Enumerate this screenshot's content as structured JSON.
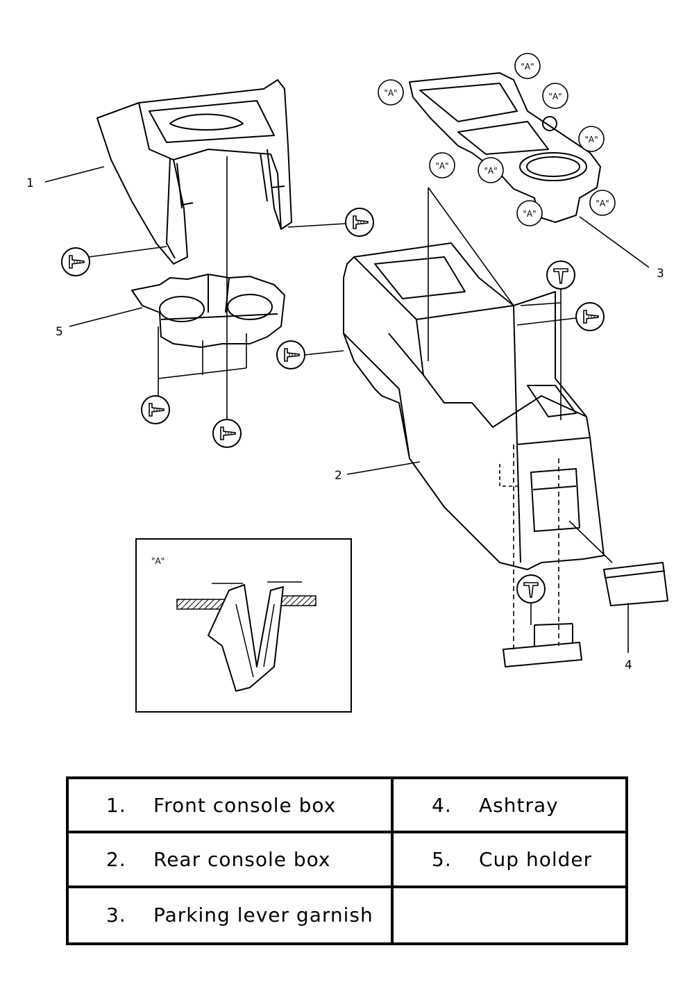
{
  "callouts": {
    "c1": "1",
    "c2": "2",
    "c3": "3",
    "c4": "4",
    "c5": "5"
  },
  "clip_marker": "\"A\"",
  "detail": {
    "label": "\"A\""
  },
  "legend": {
    "rows": [
      {
        "left": {
          "num": "1.",
          "text": "Front console box"
        },
        "right": {
          "num": "4.",
          "text": "Ashtray"
        }
      },
      {
        "left": {
          "num": "2.",
          "text": "Rear console box"
        },
        "right": {
          "num": "5.",
          "text": "Cup holder"
        }
      },
      {
        "left": {
          "num": "3.",
          "text": "Parking lever garnish"
        },
        "right": {
          "num": "",
          "text": ""
        }
      }
    ]
  }
}
